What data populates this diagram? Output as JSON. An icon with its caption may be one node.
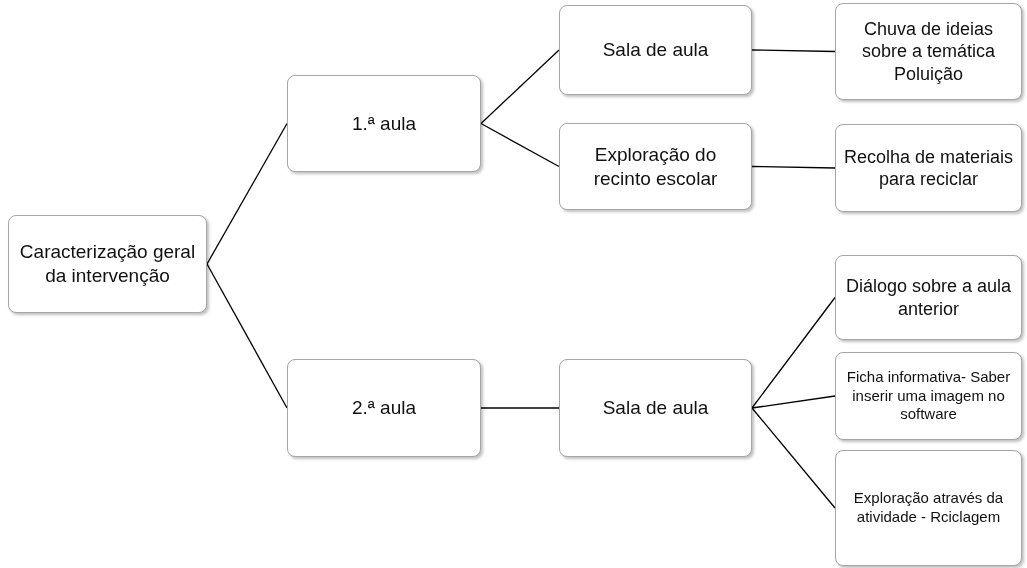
{
  "diagram": {
    "nodes": [
      {
        "text": [
          "Caracterização geral da intervenção"
        ]
      },
      {
        "text": [
          "1.ª aula"
        ]
      },
      {
        "text": [
          "2.ª aula"
        ]
      },
      {
        "text": [
          "Sala de aula"
        ]
      },
      {
        "text": [
          "Exploração do recinto escolar"
        ]
      },
      {
        "text": [
          "Sala de aula"
        ]
      },
      {
        "text": [
          "Chuva de ideias sobre a temática Poluição"
        ]
      },
      {
        "text": [
          "Recolha de materiais para reciclar"
        ]
      },
      {
        "text": [
          "Diálogo sobre a aula anterior"
        ]
      },
      {
        "text": [
          "Ficha informativa- Saber inserir uma imagem no software"
        ]
      },
      {
        "text": [
          "Exploração através da atividade - Rciclagem"
        ]
      }
    ],
    "edges": [
      {
        "from": 0,
        "to": 1,
        "arrow": "none"
      },
      {
        "from": 0,
        "to": 2,
        "arrow": "none"
      },
      {
        "from": 1,
        "to": 3,
        "arrow": "none"
      },
      {
        "from": 1,
        "to": 4,
        "arrow": "none"
      },
      {
        "from": 2,
        "to": 5,
        "arrow": "none"
      },
      {
        "from": 3,
        "to": 6,
        "arrow": "none"
      },
      {
        "from": 4,
        "to": 7,
        "arrow": "none"
      },
      {
        "from": 5,
        "to": 8,
        "arrow": "none"
      },
      {
        "from": 5,
        "to": 9,
        "arrow": "none"
      },
      {
        "from": 5,
        "to": 10,
        "arrow": "none"
      }
    ]
  }
}
